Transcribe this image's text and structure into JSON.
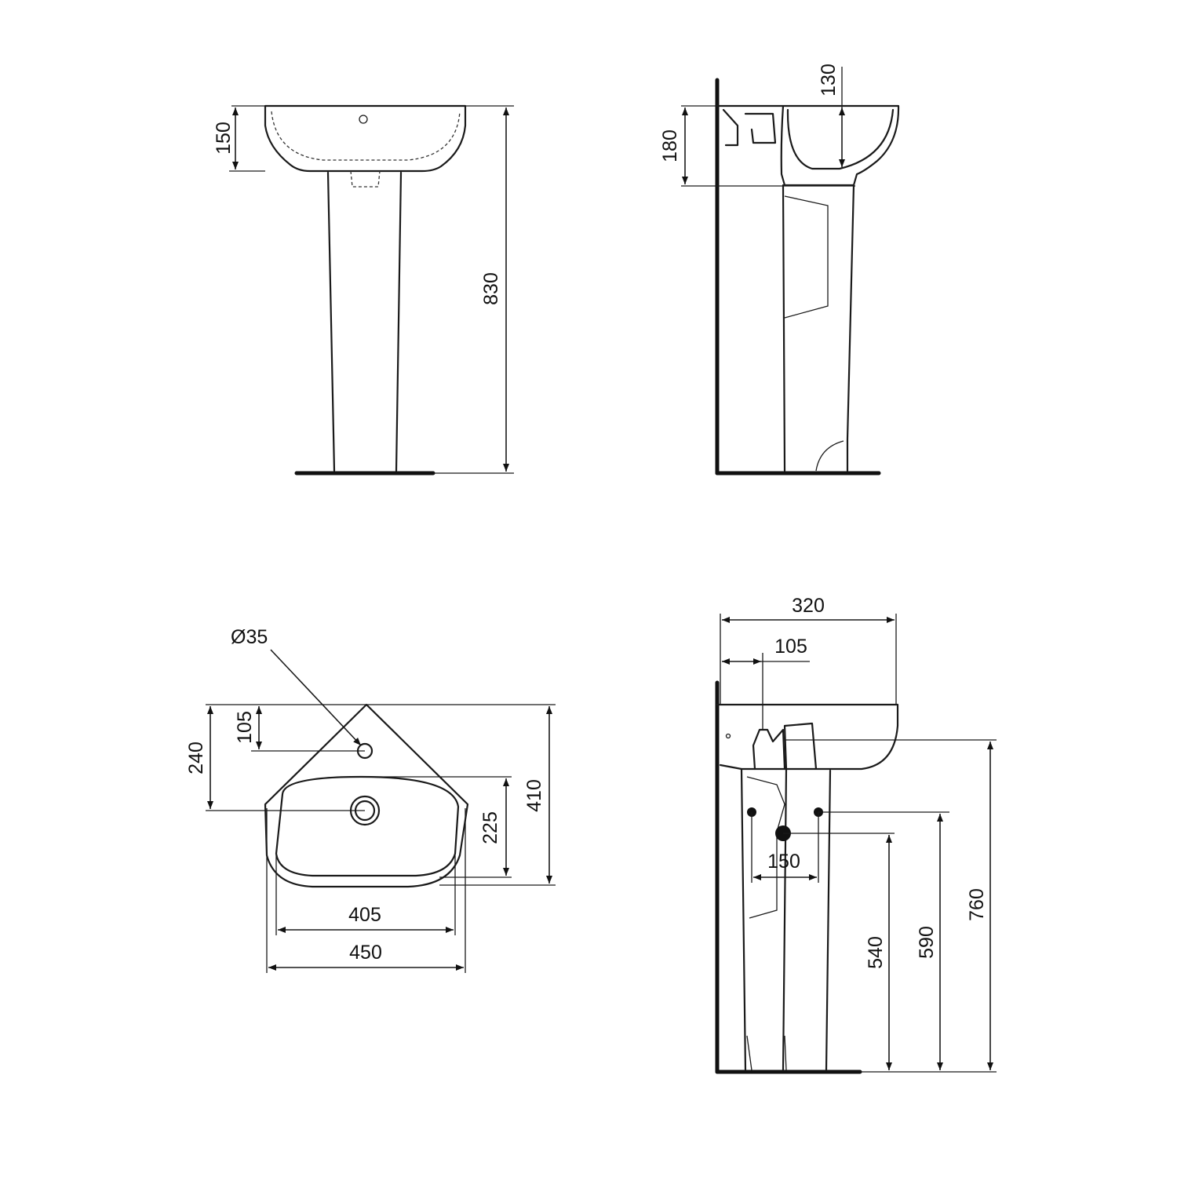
{
  "views": {
    "front": {
      "height_dim": "830",
      "basin_depth_dim": "150"
    },
    "side_top": {
      "bowl_depth_dim": "130",
      "basin_height_dim": "180"
    },
    "plan": {
      "tap_hole_dia": "Ø35",
      "tap_offset_dim": "105",
      "drain_offset_dim": "240",
      "depth_dim": "410",
      "bowl_depth_dim": "225",
      "bowl_width_dim": "405",
      "width_dim": "450"
    },
    "side_bottom": {
      "projection_dim": "320",
      "tap_projection_dim": "105",
      "pipe_spacing_dim": "150",
      "waste_height_dim": "540",
      "supply_height_dim": "590",
      "rim_height_dim": "760"
    }
  }
}
